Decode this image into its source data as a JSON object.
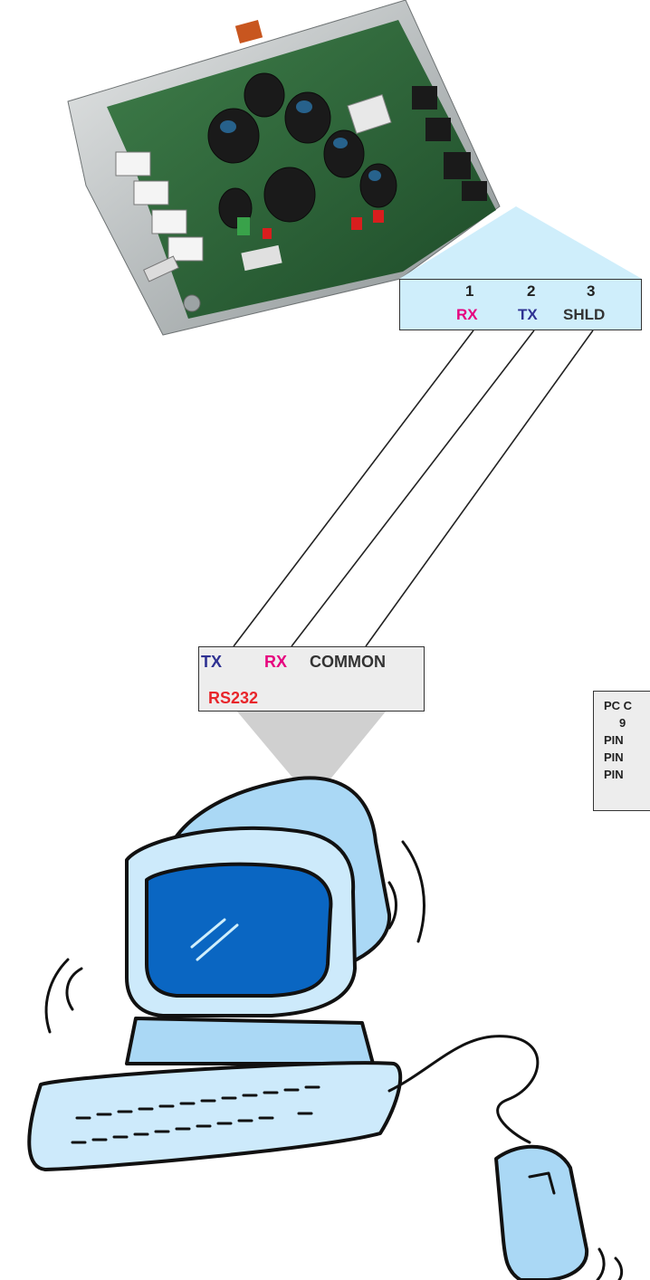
{
  "drive_pins": {
    "numbers": [
      "1",
      "2",
      "3"
    ],
    "signals": [
      "RX",
      "TX",
      "SHLD"
    ]
  },
  "pc_port": {
    "signals": [
      "TX",
      "RX",
      "COMMON"
    ],
    "port_label": "RS232"
  },
  "pc_connector": {
    "lines": [
      "PC C",
      "9",
      "PIN",
      "PIN",
      "PIN"
    ]
  },
  "colors": {
    "rx": "#e6007e",
    "tx": "#2e3192",
    "common": "#333333",
    "rs232": "#e8252a",
    "pin_box_bg": "#cfeefb",
    "pc_box_bg": "#ededed"
  }
}
